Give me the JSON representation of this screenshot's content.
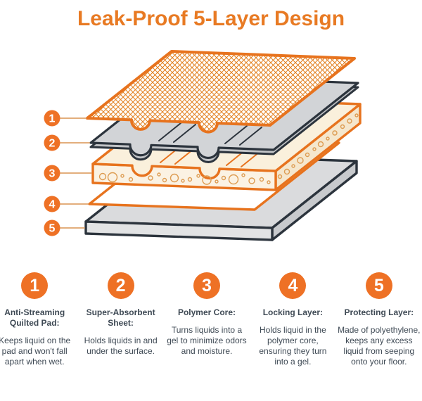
{
  "title": "Leak-Proof 5-Layer Design",
  "colors": {
    "accent": "#E87A23",
    "badge": "#EE7125",
    "outline": "#E7731E",
    "dark": "#2C343D",
    "text": "#3E4954",
    "leader": "#DFA26A",
    "bubble": "#DD9C52"
  },
  "features": [
    {
      "num": "1",
      "heading": "Anti-Streaming Quilted Pad:",
      "body": "Keeps liquid on the pad and won't fall apart when wet."
    },
    {
      "num": "2",
      "heading": "Super-Absorbent Sheet:",
      "body": "Holds liquids in and under the surface."
    },
    {
      "num": "3",
      "heading": "Polymer Core:",
      "body": "Turns liquids into a gel to minimize odors and moisture."
    },
    {
      "num": "4",
      "heading": "Locking Layer:",
      "body": "Holds liquid in the polymer core, ensuring they turn into a gel."
    },
    {
      "num": "5",
      "heading": "Protecting Layer:",
      "body": "Made of polyethylene, keeps any excess liquid from seeping onto your floor."
    }
  ]
}
